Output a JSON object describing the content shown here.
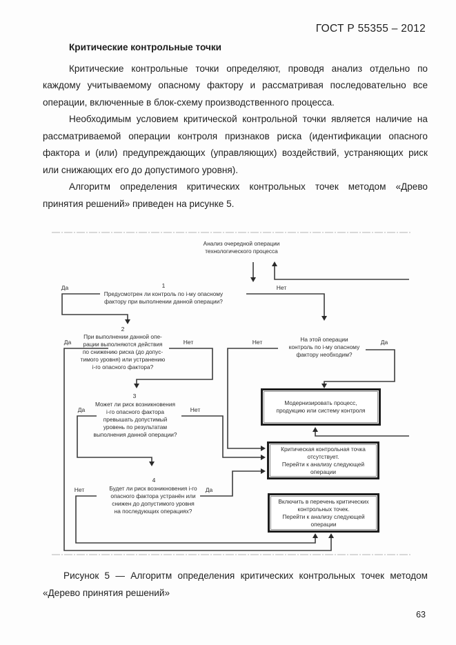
{
  "page": {
    "header": "ГОСТ Р 55355 – 2012",
    "page_number": "63"
  },
  "body": {
    "heading": "Критические контрольные точки",
    "para1": "Критические контрольные точки определяют, проводя анализ отдельно по каждому учитываемому опасному фактору и рассматривая последовательно все операции, включенные в блок-схему производственного процесса.",
    "para2": "Необходимым условием критической контрольной точки является наличие на рассматриваемой операции контроля признаков риска (идентификации опасного фактора и (или) предупреждающих (управляющих) воздействий, устраняющих риск или снижающих его до допустимого уровня).",
    "para3": "Алгоритм определения критических контрольных точек методом «Древо принятия решений» приведен на рисунке 5.",
    "caption": "Рисунок 5 — Алгоритм определения критических контрольных точек методом «Дерево принятия решений»"
  },
  "flowchart": {
    "labels": {
      "yes": "Да",
      "no": "Нет"
    },
    "start": "Анализ очередной операции\nтехнологического процесса",
    "q1": {
      "num": "1",
      "text": "Предусмотрен ли контроль по i-му опасному\nфактору при выполнении данной операции?"
    },
    "q2": {
      "num": "2",
      "text": "При выполнении данной опе-\nрации выполняются действия\nпо снижению риска (до допус-\nтимого уровня) или устранению\ni-го опасного фактора?"
    },
    "q3": {
      "num": "3",
      "text": "Может ли риск возникновения\ni-го опасного фактора\nпревышать допустимый\nуровень по результатам\nвыполнения данной операции?"
    },
    "q4": {
      "num": "4",
      "text": "Будет ли риск возникновения i-го\nопасного фактора устранён или\nснижен до допустимого уровня\nна последующих операциях?"
    },
    "q_right": "На этой операции\nконтроль по i-му опасному\nфактору необходим?",
    "box_modernize": "Модернизировать процесс,\nпродукцию или систему контроля",
    "box_not_ccp": "Критическая контрольная точка\nотсутствует.\nПерейти к анализу следующей\nоперации",
    "box_ccp": "Включить в перечень критических\nконтрольных точек.\nПерейти к анализу следующей\nоперации"
  }
}
